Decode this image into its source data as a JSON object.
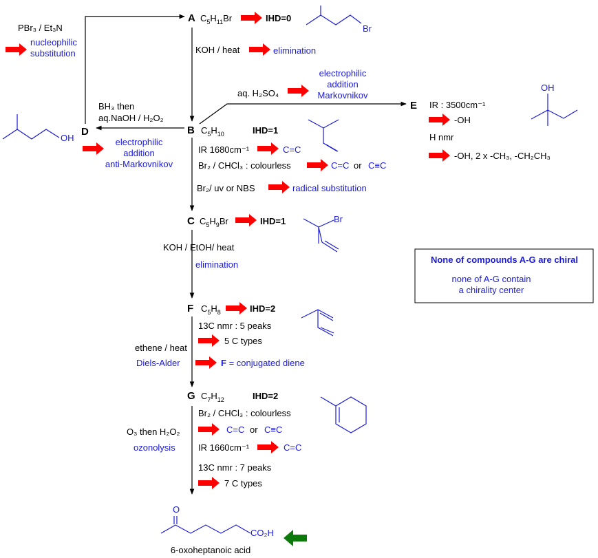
{
  "compounds": {
    "A": {
      "label": "A",
      "formula_main": "C",
      "formula_sub1": "5",
      "formula_h": "H",
      "formula_sub2": "11",
      "formula_tail": "Br",
      "ihd": "IHD=0"
    },
    "B": {
      "label": "B",
      "formula_main": "C",
      "formula_sub1": "5",
      "formula_h": "H",
      "formula_sub2": "10",
      "ihd": "IHD=1"
    },
    "C": {
      "label": "C",
      "formula_main": "C",
      "formula_sub1": "5",
      "formula_h": "H",
      "formula_sub2": "9",
      "formula_tail": "Br",
      "ihd": "IHD=1"
    },
    "D": {
      "label": "D",
      "oh": "OH"
    },
    "E": {
      "label": "E",
      "oh": "OH"
    },
    "F": {
      "label": "F",
      "formula_main": "C",
      "formula_sub1": "5",
      "formula_h": "H",
      "formula_sub2": "8",
      "ihd": "IHD=2"
    },
    "G": {
      "label": "G",
      "formula_main": "C",
      "formula_sub1": "7",
      "formula_h": "H",
      "formula_sub2": "12",
      "ihd": "IHD=2"
    }
  },
  "structure_labels": {
    "br_a": "Br",
    "br_c": "Br",
    "final_o": "O",
    "final_co2h": "CO₂H",
    "final_name": "6-oxoheptanoic acid"
  },
  "reagents": {
    "to_a": "PBr₃ / Et₃N",
    "to_a_type_1": "nucleophilic",
    "to_a_type_2": "substitution",
    "a_to_b": "KOH / heat",
    "a_to_b_type": "elimination",
    "b_to_e": "aq. H₂SO₄",
    "b_to_e_type_1": "electrophilic",
    "b_to_e_type_2": "addition",
    "b_to_e_type_3": "Markovnikov",
    "b_to_d_1": "BH₃ then",
    "b_to_d_2": "aq.NaOH / H₂O₂",
    "b_to_d_type_1": "electrophilic",
    "b_to_d_type_2": "addition",
    "b_to_d_type_3": "anti-Markovnikov",
    "b_to_c": "Br₂/ uv or NBS",
    "b_to_c_type": "radical substitution",
    "c_to_f": "KOH / EtOH/ heat",
    "c_to_f_type": "elimination",
    "f_to_g": "ethene / heat",
    "f_to_g_type": "Diels-Alder",
    "g_to_final": "O₃ then H₂O₂",
    "g_to_final_type": "ozonolysis"
  },
  "tests": {
    "b_ir": "IR 1680cm⁻¹",
    "b_ir_result": "C=C",
    "b_br2": "Br₂ / CHCl₃ : colourless",
    "b_br2_result_1": "C=C",
    "b_br2_or": "or",
    "b_br2_result_2": "C≡C",
    "e_ir": "IR : 3500cm⁻¹",
    "e_ir_result": "-OH",
    "e_hnmr": "H nmr",
    "e_hnmr_result": "-OH, 2 x -CH₃, -CH₂CH₃",
    "f_13c": "13C nmr : 5 peaks",
    "f_13c_result": "5 C types",
    "f_da_result_bold": "F",
    "f_da_result": " = conjugated diene",
    "g_br2": "Br₂ / CHCl₃ : colourless",
    "g_br2_result_1": "C=C",
    "g_br2_or": "or",
    "g_br2_result_2": "C≡C",
    "g_ir": "IR 1660cm⁻¹",
    "g_ir_result": "C=C",
    "g_13c": "13C nmr : 7 peaks",
    "g_13c_result": "7 C types"
  },
  "note_box": {
    "title": "None of compounds A-G are chiral",
    "line1": "none of A-G contain",
    "line2": "a chirality center"
  },
  "colors": {
    "accent_blue": "#1a1ad6",
    "arrow_red": "#ff0000",
    "arrow_green": "#0b7a0b"
  }
}
